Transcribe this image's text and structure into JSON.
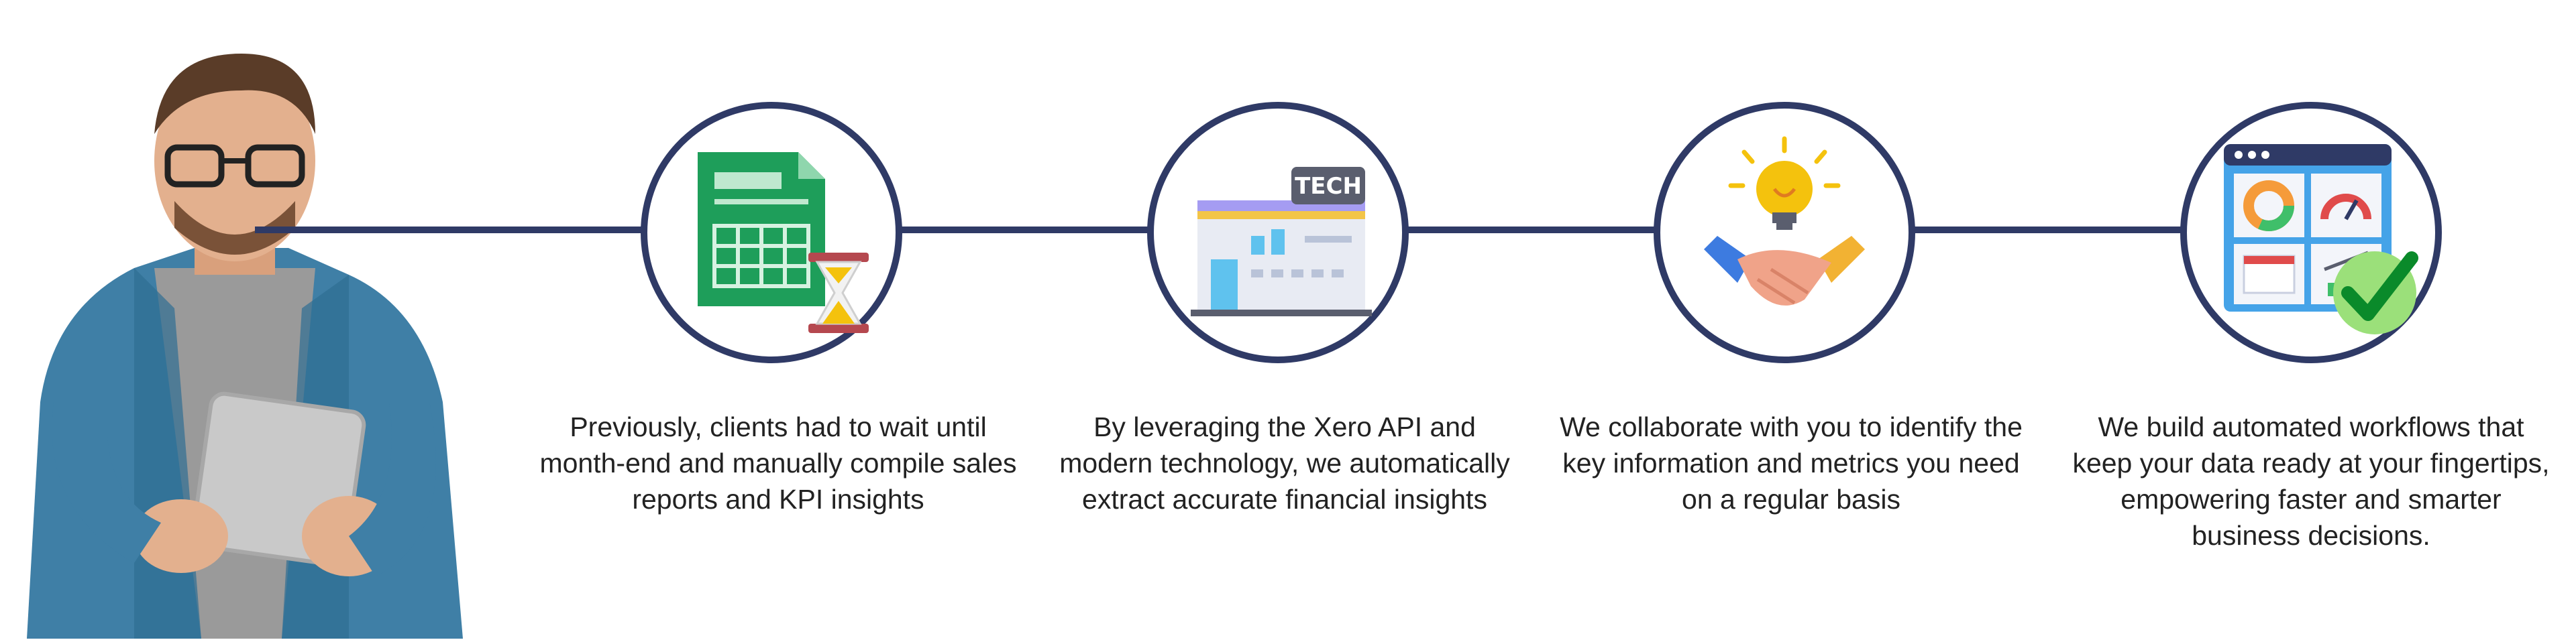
{
  "colors": {
    "line": "#2f3a66",
    "sheet_green": "#1e9e5a",
    "gold": "#f4c20d",
    "check_green": "#0a8a2a",
    "check_bg": "#9be07a"
  },
  "steps": [
    {
      "icon": "spreadsheet-hourglass-icon",
      "text": "Previously, clients had to wait until month-end and manually compile sales reports and KPI insights"
    },
    {
      "icon": "tech-building-icon",
      "sign": "TECH",
      "text": "By leveraging the Xero API and modern technology, we automatically extract accurate financial insights"
    },
    {
      "icon": "handshake-lightbulb-icon",
      "text": "We collaborate with you to identify the key information and metrics you need on a regular basis"
    },
    {
      "icon": "dashboard-check-icon",
      "text": "We build automated workflows that keep your data ready at your fingertips, empowering faster and smarter business decisions."
    }
  ]
}
